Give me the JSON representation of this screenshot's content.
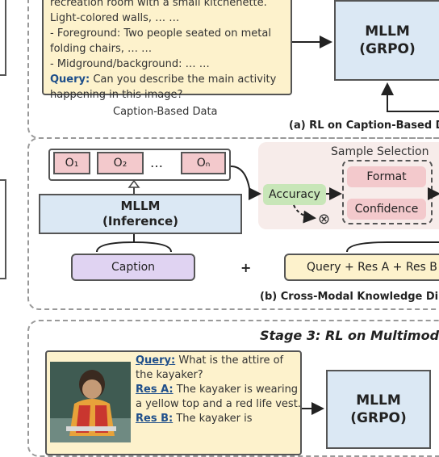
{
  "panel_a": {
    "caption_lines": [
      "recreation room with a small kitchenette.",
      "Light-colored walls, … …",
      "- Foreground: Two people seated on metal",
      "folding chairs, … …",
      "- Midground/background: … …"
    ],
    "query_label": "Query:",
    "query_text": " Can you describe the main activity happening in this image?",
    "data_label": "Caption-Based Data",
    "model_line1": "MLLM",
    "model_line2": "(GRPO)",
    "section_title": "(a) RL on Caption-Based D"
  },
  "panel_b": {
    "outputs": [
      "O₁",
      "O₂",
      "…",
      "Oₙ"
    ],
    "model_line1": "MLLM",
    "model_line2": "(Inference)",
    "sample_selection": "Sample Selection",
    "accuracy": "Accuracy",
    "format": "Format",
    "confidence": "Confidence",
    "reject_symbol": "⊗",
    "caption": "Caption",
    "plus": "+",
    "query_res": "Query + Res A + Res B",
    "section_title": "(b) Cross-Modal Knowledge Di"
  },
  "stage3": {
    "title": "Stage 3: RL on Multimod",
    "query_label": "Query:",
    "query_text": " What is the attire of the kayaker?",
    "res_a_label": "Res A:",
    "res_a_text": " The kayaker is wearing a yellow top and a red life vest.",
    "res_b_label": "Res B:",
    "res_b_text": " The kayaker is",
    "model_line1": "MLLM",
    "model_line2": "(GRPO)"
  },
  "colors": {
    "caption_bg": "#fdf2cc",
    "model_bg": "#dbe8f4",
    "output_bg": "#f3c9cc",
    "accuracy_bg": "#c8e6b8",
    "selection_bg": "#f7ecea",
    "caption_pill_bg": "#e0d3f2",
    "query_pill_bg": "#fdf2cc"
  }
}
